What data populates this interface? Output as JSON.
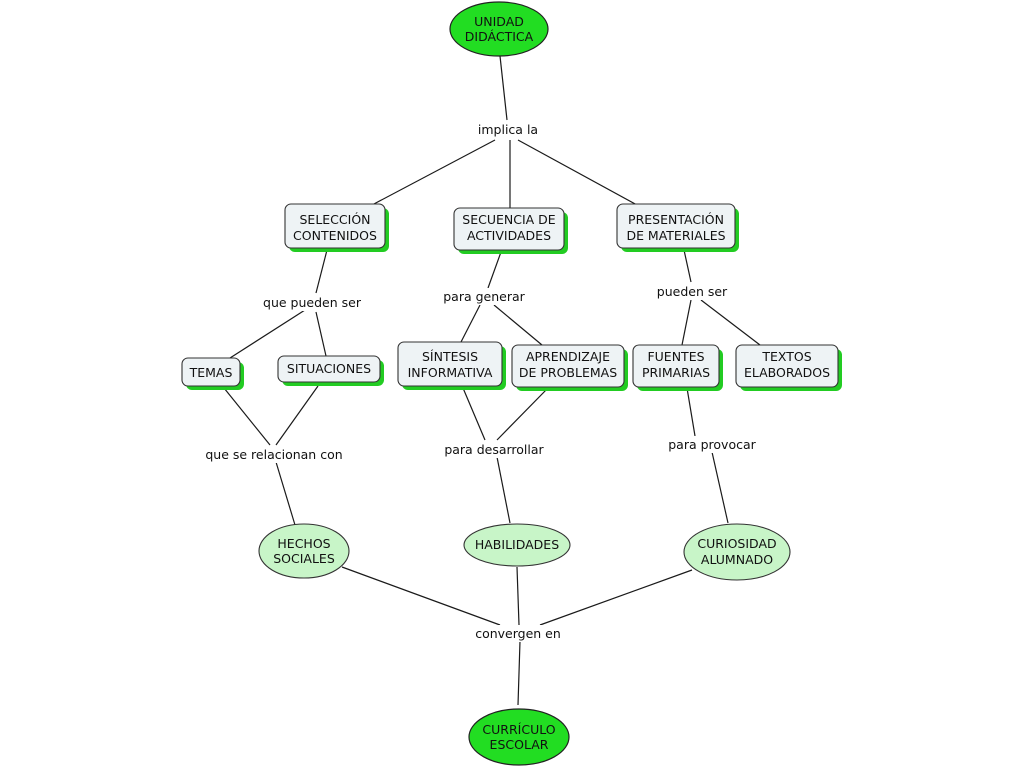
{
  "colors": {
    "main_oval": "#22dd22",
    "light_oval": "#c8f5c8",
    "box_fill": "#eef3f5",
    "box_shadow": "#22cc22"
  },
  "concepts": {
    "unidad": [
      "UNIDAD",
      "DIDÁCTICA"
    ],
    "seleccion": [
      "SELECCIÓN",
      "CONTENIDOS"
    ],
    "secuencia": [
      "SECUENCIA DE",
      "ACTIVIDADES"
    ],
    "presentacion": [
      "PRESENTACIÓN",
      "DE MATERIALES"
    ],
    "temas": [
      "TEMAS"
    ],
    "situaciones": [
      "SITUACIONES"
    ],
    "sintesis": [
      "SÍNTESIS",
      "INFORMATIVA"
    ],
    "aprendizaje": [
      "APRENDIZAJE",
      "DE PROBLEMAS"
    ],
    "fuentes": [
      "FUENTES",
      "PRIMARIAS"
    ],
    "textos": [
      "TEXTOS",
      "ELABORADOS"
    ],
    "hechos": [
      "HECHOS",
      "SOCIALES"
    ],
    "habilidades": [
      "HABILIDADES"
    ],
    "curiosidad": [
      "CURIOSIDAD",
      "ALUMNADO"
    ],
    "curriculo": [
      "CURRÍCULO",
      "ESCOLAR"
    ]
  },
  "linking_phrases": {
    "implica": "implica la",
    "que_pueden": "que pueden ser",
    "para_generar": "para generar",
    "pueden_ser": "pueden ser",
    "que_se_relacionan": "que se relacionan con",
    "para_desarrollar": "para desarrollar",
    "para_provocar": "para provocar",
    "convergen": "convergen en"
  }
}
